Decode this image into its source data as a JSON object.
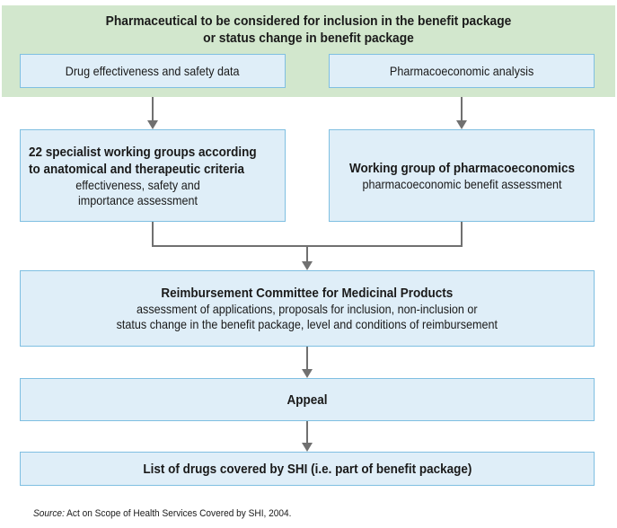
{
  "header": {
    "title_line1": "Pharmaceutical to be considered for inclusion in the benefit package",
    "title_line2": "or status change in benefit package"
  },
  "inputs": {
    "drug_data": "Drug effectiveness and safety data",
    "pharma_analysis": "Pharmacoeconomic analysis"
  },
  "groups": {
    "title_line1": "22 specialist working groups according",
    "title_line2": "to anatomical and therapeutic criteria",
    "sub_line1": "effectiveness, safety and",
    "sub_line2": "importance assessment"
  },
  "pe_group": {
    "title": "Working group of pharmacoeconomics",
    "sub": "pharmacoeconomic benefit assessment"
  },
  "committee": {
    "title": "Reimbursement Committee for Medicinal Products",
    "sub_line1": "assessment of applications, proposals for inclusion, non-inclusion or",
    "sub_line2": "status change in the benefit package, level and conditions of reimbursement"
  },
  "appeal": {
    "title": "Appeal"
  },
  "list": {
    "title": "List of drugs covered by SHI (i.e. part of benefit package)"
  },
  "source": {
    "label": "Source:",
    "text": "Act on Scope of Health Services Covered by SHI, 2004."
  },
  "colors": {
    "header_band": "#d2e7cd",
    "box_fill": "#dfeef8",
    "box_border": "#7fbfe1",
    "connector": "#707070"
  }
}
